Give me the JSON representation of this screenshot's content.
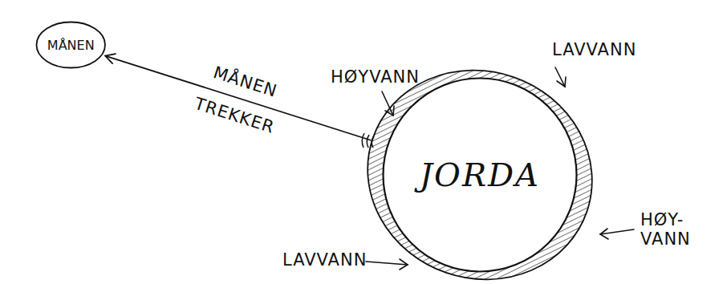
{
  "diagram": {
    "nodes": [
      {
        "text": [
          "MÅNEN"
        ]
      },
      {
        "text": [
          "JORDA"
        ]
      }
    ],
    "edges": [
      {
        "from": 1,
        "to": 0,
        "arrow": "to",
        "label": "MÅNEN TREKKER"
      }
    ],
    "labels": [
      "HØYVANN",
      "LAVVANN",
      "HØY- VANN",
      "LAVVANN"
    ]
  }
}
